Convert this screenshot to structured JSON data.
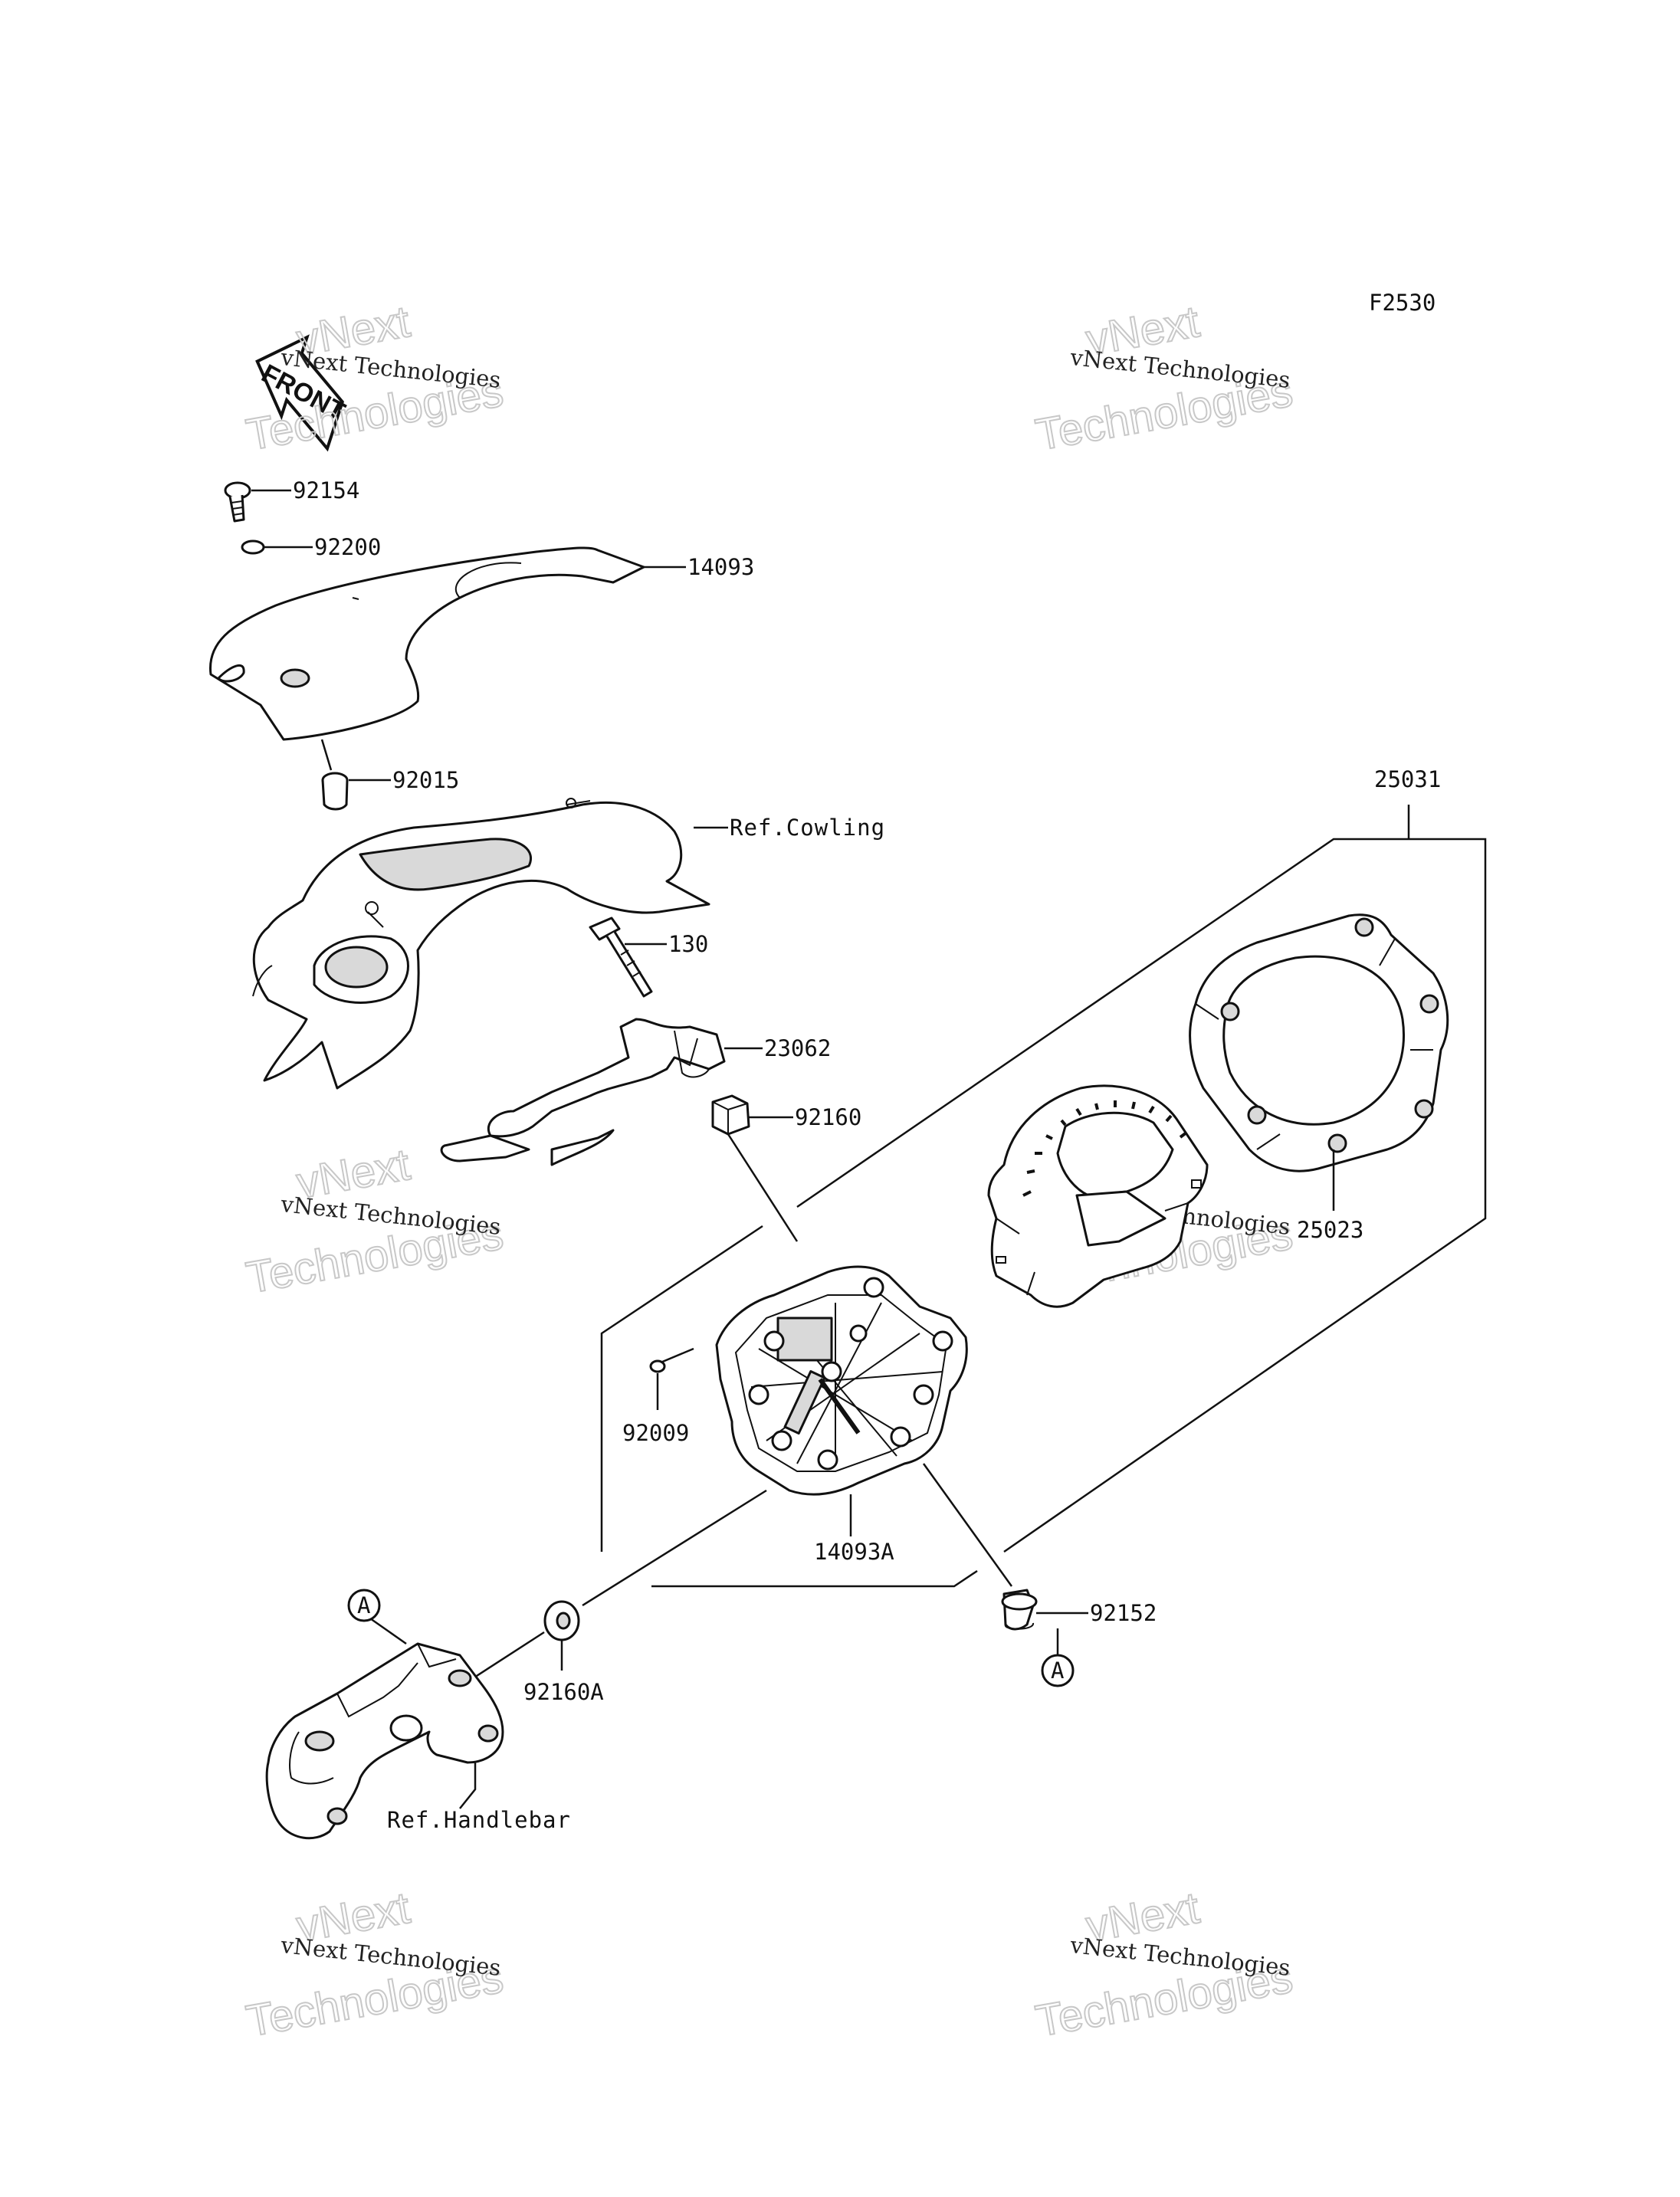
{
  "diagram_code": "F2530",
  "front_label": "FRONT",
  "watermark": {
    "line1": "vNext Technologies",
    "line2_top": "vNext",
    "line2_bottom": "Technologies"
  },
  "parts": {
    "p92154": "92154",
    "p92200": "92200",
    "p14093": "14093",
    "p92015": "92015",
    "pCowling": "Ref.Cowling",
    "p130": "130",
    "p23062": "23062",
    "p92160": "92160",
    "p25031": "25031",
    "p25023": "25023",
    "p92009": "92009",
    "p14093A": "14093A",
    "p92152": "92152",
    "p92160A": "92160A",
    "pHandlebar": "Ref.Handlebar"
  },
  "markers": {
    "a1": "A",
    "a2": "A"
  }
}
